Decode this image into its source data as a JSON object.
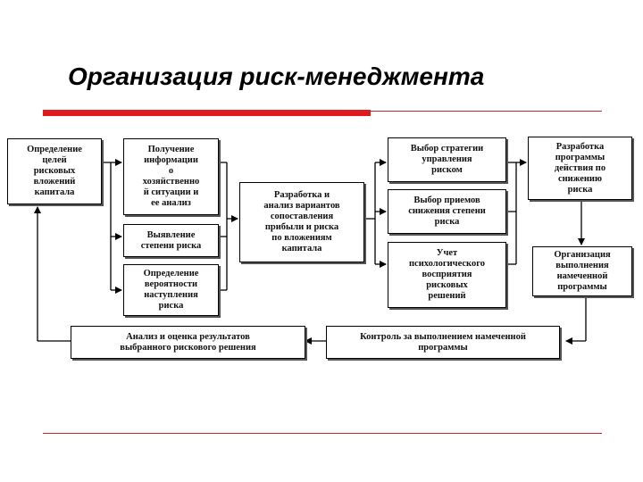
{
  "title": "Организация риск-менеджмента",
  "colors": {
    "accent": "#e4171d",
    "rule": "#c8282d",
    "line": "#000000"
  },
  "boxes": {
    "goals": "Определение\nцелей\nрисковых\nвложений\nкапитала",
    "info": "Получение\nинформации\nо\nхозяйственно\nй ситуации и\nее анализ",
    "identify": "Выявление\nстепени риска",
    "probability": "Определение\nвероятности\nнаступления\nриска",
    "develop": "Разработка и\nанализ вариантов\nсопоставления\nприбыли и риска\nпо вложениям\nкапитала",
    "strategy": "Выбор стратегии\nуправления\nриском",
    "methods": "Выбор приемов\nснижения степени\nриска",
    "psych": "Учет\nпсихологического\nвосприятия\nрисковых\nрешений",
    "program": "Разработка\nпрограммы\nдействия по\nснижению\nриска",
    "organize": "Организация\nвыполнения\nнамеченной\nпрограммы",
    "analysis": "Анализ и оценка результатов\nвыбранного рискового решения",
    "control": "Контроль за выполнением намеченной\nпрограммы"
  }
}
